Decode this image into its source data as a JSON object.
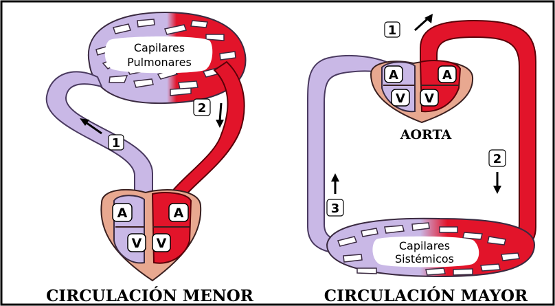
{
  "colors": {
    "venous": "#c9b8e6",
    "venous_outline": "#4a3a60",
    "arterial": "#e2142a",
    "arterial_outline": "#5a0008",
    "heart_tissue": "#e8a890",
    "background": "#ffffff",
    "border": "#000000"
  },
  "left": {
    "capillary_label_1": "Capilares",
    "capillary_label_2": "Pulmonares",
    "step_1": "1",
    "step_2": "2",
    "chamber_a_left": "A",
    "chamber_a_right": "A",
    "chamber_v_left": "V",
    "chamber_v_right": "V",
    "caption": "CIRCULACIÓN MENOR"
  },
  "right": {
    "capillary_label_1": "Capilares",
    "capillary_label_2": "Sistémicos",
    "step_1": "1",
    "step_2": "2",
    "step_3": "3",
    "chamber_a_left": "A",
    "chamber_a_right": "A",
    "chamber_v_left": "V",
    "chamber_v_right": "V",
    "heart_label": "AORTA",
    "caption": "CIRCULACIÓN MAYOR"
  },
  "icons": [
    "arrow-up-left-icon",
    "arrow-down-icon",
    "arrow-up-right-icon",
    "arrow-up-icon"
  ]
}
